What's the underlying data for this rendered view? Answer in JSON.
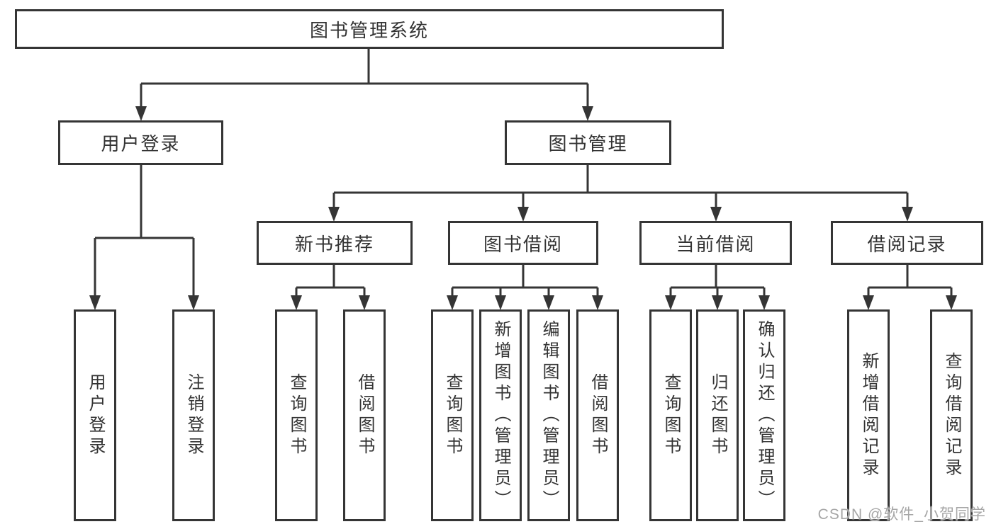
{
  "diagram": {
    "root": {
      "label": "图书管理系统"
    },
    "level2": [
      {
        "label": "用户登录"
      },
      {
        "label": "图书管理"
      }
    ],
    "level3": [
      {
        "label": "新书推荐"
      },
      {
        "label": "图书借阅"
      },
      {
        "label": "当前借阅"
      },
      {
        "label": "借阅记录"
      }
    ],
    "leaves": [
      {
        "label": "用户登录"
      },
      {
        "label": "注销登录"
      },
      {
        "label": "查询图书"
      },
      {
        "label": "借阅图书"
      },
      {
        "label": "查询图书"
      },
      {
        "label": "新增图书（管理员）"
      },
      {
        "label": "编辑图书（管理员）"
      },
      {
        "label": "借阅图书"
      },
      {
        "label": "查询图书"
      },
      {
        "label": "归还图书"
      },
      {
        "label": "确认归还（管理员）"
      },
      {
        "label": "新增借阅记录"
      },
      {
        "label": "查询借阅记录"
      }
    ],
    "watermark": "CSDN @软件_小贺同学",
    "colors": {
      "line": "#353535",
      "text": "#333333",
      "node_fill": "#ffffff",
      "background": "#ffffff",
      "watermark": "#a6a6a6"
    }
  }
}
